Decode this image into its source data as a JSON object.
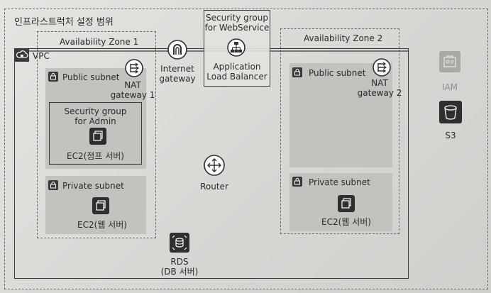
{
  "title": "인프라스트럭처 설정 범위",
  "vpc": {
    "label": "VPC"
  },
  "az1": {
    "label": "Availability Zone 1"
  },
  "az2": {
    "label": "Availability Zone 2"
  },
  "sg_web": {
    "line1": "Security group",
    "line2": "for WebService"
  },
  "alb": {
    "line1": "Application",
    "line2": "Load Balancer"
  },
  "igw": {
    "line1": "Internet",
    "line2": "gateway"
  },
  "az1_public": {
    "label": "Public subnet"
  },
  "az1_nat": {
    "line1": "NAT",
    "line2": "gateway 1"
  },
  "sg_admin": {
    "line1": "Security group",
    "line2": "for Admin"
  },
  "ec2_jump": {
    "label": "EC2(점프 서버)"
  },
  "az1_private": {
    "label": "Private subnet"
  },
  "ec2_web1": {
    "label": "EC2(웹 서버)"
  },
  "router": {
    "label": "Router"
  },
  "rds": {
    "line1": "RDS",
    "line2": "(DB 서버)"
  },
  "az2_public": {
    "label": "Public subnet"
  },
  "az2_nat": {
    "line1": "NAT",
    "line2": "gateway 2"
  },
  "az2_private": {
    "label": "Private subnet"
  },
  "ec2_web2": {
    "label": "EC2(웹 서버)"
  },
  "iam": {
    "label": "IAM"
  },
  "s3": {
    "label": "S3"
  },
  "colors": {
    "line": "#3a3a3a",
    "subnet_fill": "#c2c2bf",
    "icon_dark": "#2f2f2f",
    "iam_faded": "#a9a9a6"
  }
}
